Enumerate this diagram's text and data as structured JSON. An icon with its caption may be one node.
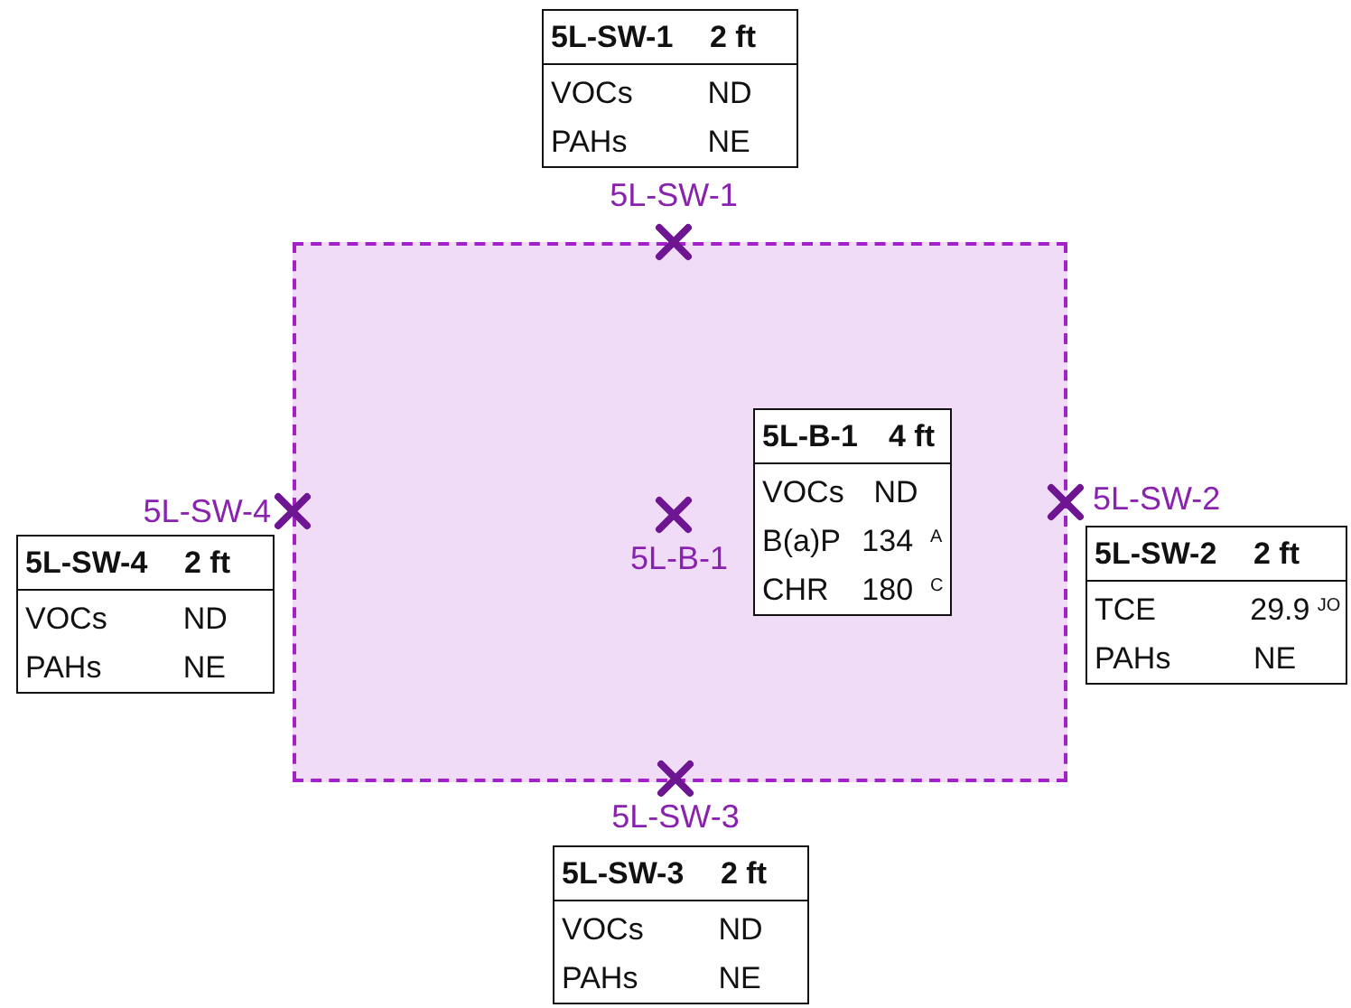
{
  "diagram": {
    "nodes": [
      {
        "text": [
          "5L-SW-1",
          "2 ft",
          "VOCs",
          "ND",
          "PAHs",
          "NE"
        ]
      },
      {
        "text": [],
        "shape": "cross",
        "beside": [
          "5L-SW-1"
        ]
      },
      {
        "text": [],
        "shape": "box"
      },
      {
        "text": [
          "5L-B-1",
          "4 ft",
          "VOCs",
          "ND",
          "B(a)P",
          "134",
          "A",
          "CHR",
          "180",
          "C"
        ],
        "in": 2
      },
      {
        "text": [],
        "shape": "cross",
        "beside": [
          "5L-SW-4"
        ]
      },
      {
        "text": [],
        "shape": "cross",
        "beside": [
          "5L-B-1"
        ],
        "in": 2
      },
      {
        "text": [],
        "shape": "cross",
        "beside": [
          "5L-SW-2"
        ]
      },
      {
        "text": [
          "5L-SW-4",
          "2 ft",
          "VOCs",
          "ND",
          "PAHs",
          "NE"
        ]
      },
      {
        "text": [
          "5L-SW-2",
          "2 ft",
          "TCE",
          "29.9",
          "JO",
          "PAHs",
          "NE"
        ]
      },
      {
        "text": [],
        "shape": "cross",
        "beside": [
          "5L-SW-3"
        ]
      },
      {
        "text": [
          "5L-SW-3",
          "2 ft",
          "VOCs",
          "ND",
          "PAHs",
          "NE"
        ]
      }
    ],
    "edges": []
  }
}
